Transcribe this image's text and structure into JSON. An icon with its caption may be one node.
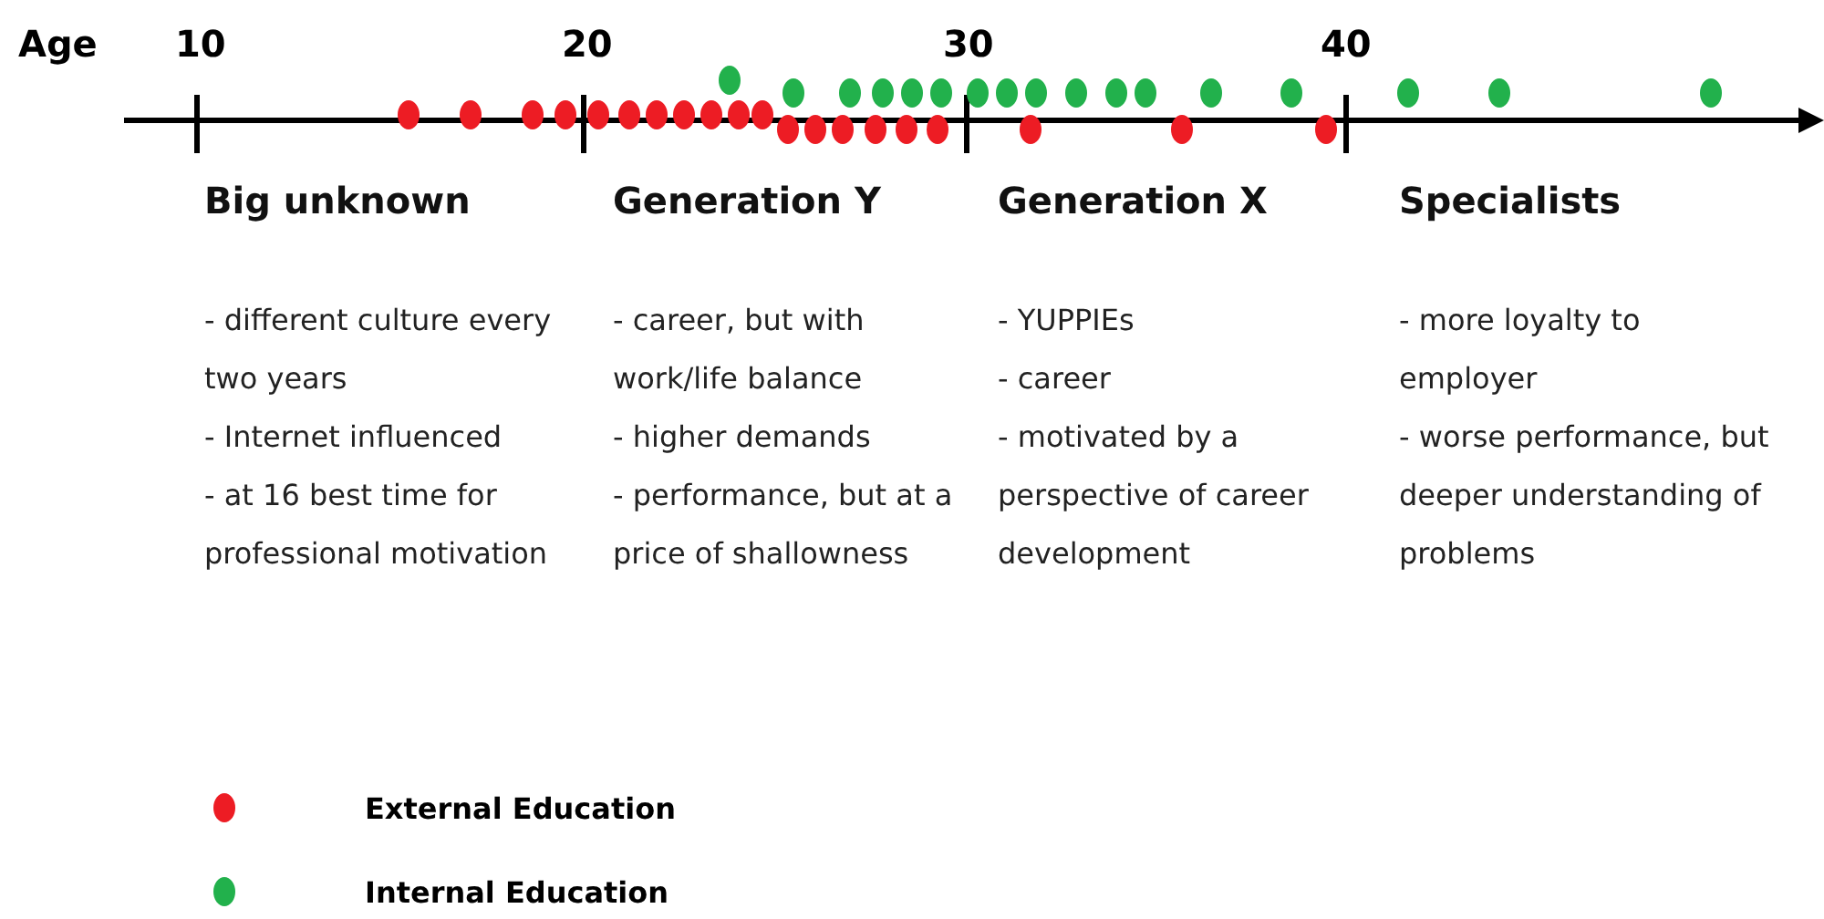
{
  "diagram": {
    "labels": [
      "Age",
      "10",
      "20",
      "30",
      "40",
      "Big unknown",
      "- different culture every two years",
      "- Internet influenced",
      "- at 16 best time for professional motivation",
      "Generation Y",
      "- career, but with work/life balance",
      "- higher demands",
      "- performance, but at a price of shallowness",
      "Generation X",
      "- YUPPIEs",
      "- career",
      "- motivated by a perspective of career development",
      "Specialists",
      "- more loyalty to employer",
      "- worse performance, but deeper understanding of problems"
    ],
    "legend": [
      {
        "text": "External Education",
        "color": "#ed1c24"
      },
      {
        "text": "Internal Education",
        "color": "#22b14c"
      }
    ]
  }
}
